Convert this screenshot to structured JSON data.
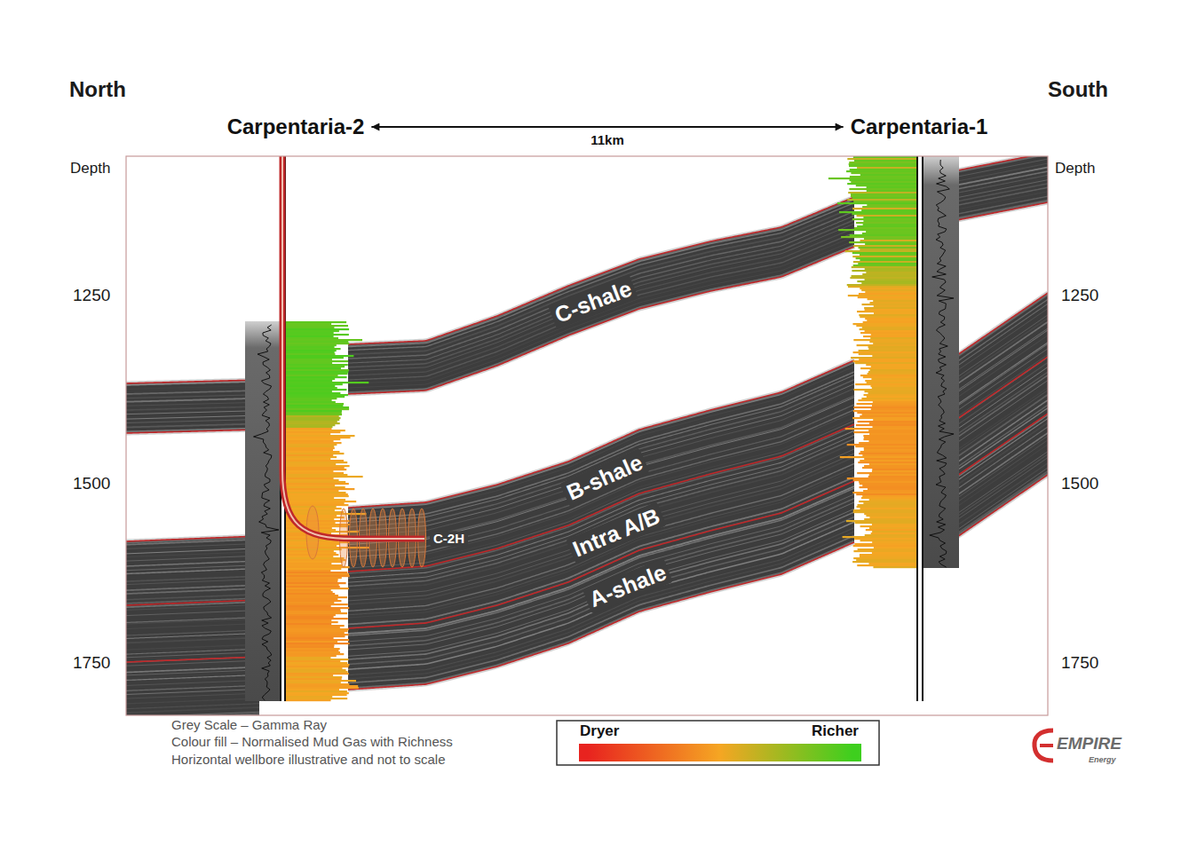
{
  "diagram": {
    "nodes": [
      {
        "text": [
          "Carpentaria-2"
        ]
      },
      {
        "text": [
          "Carpentaria-1"
        ]
      }
    ],
    "edges": [
      {
        "from": 0,
        "to": 1,
        "label": "11km",
        "arrow": "both"
      }
    ],
    "labels": [
      "North",
      "South",
      "Depth",
      "1250",
      "1500",
      "1750",
      "Depth",
      "1250",
      "1500",
      "1750",
      "C-shale",
      "B-shale",
      "Intra A/B",
      "A-shale",
      "C-2H",
      "Grey Scale – Gamma Ray",
      "Colour fill – Normalised Mud Gas with Richness",
      "Horizontal wellbore illustrative and not to scale",
      "EMPIRE",
      "Energy"
    ],
    "legend": [
      {
        "text": "Dryer",
        "color": "#e8231f"
      },
      {
        "text": "Richer",
        "color": "#3ecf1e"
      }
    ]
  }
}
